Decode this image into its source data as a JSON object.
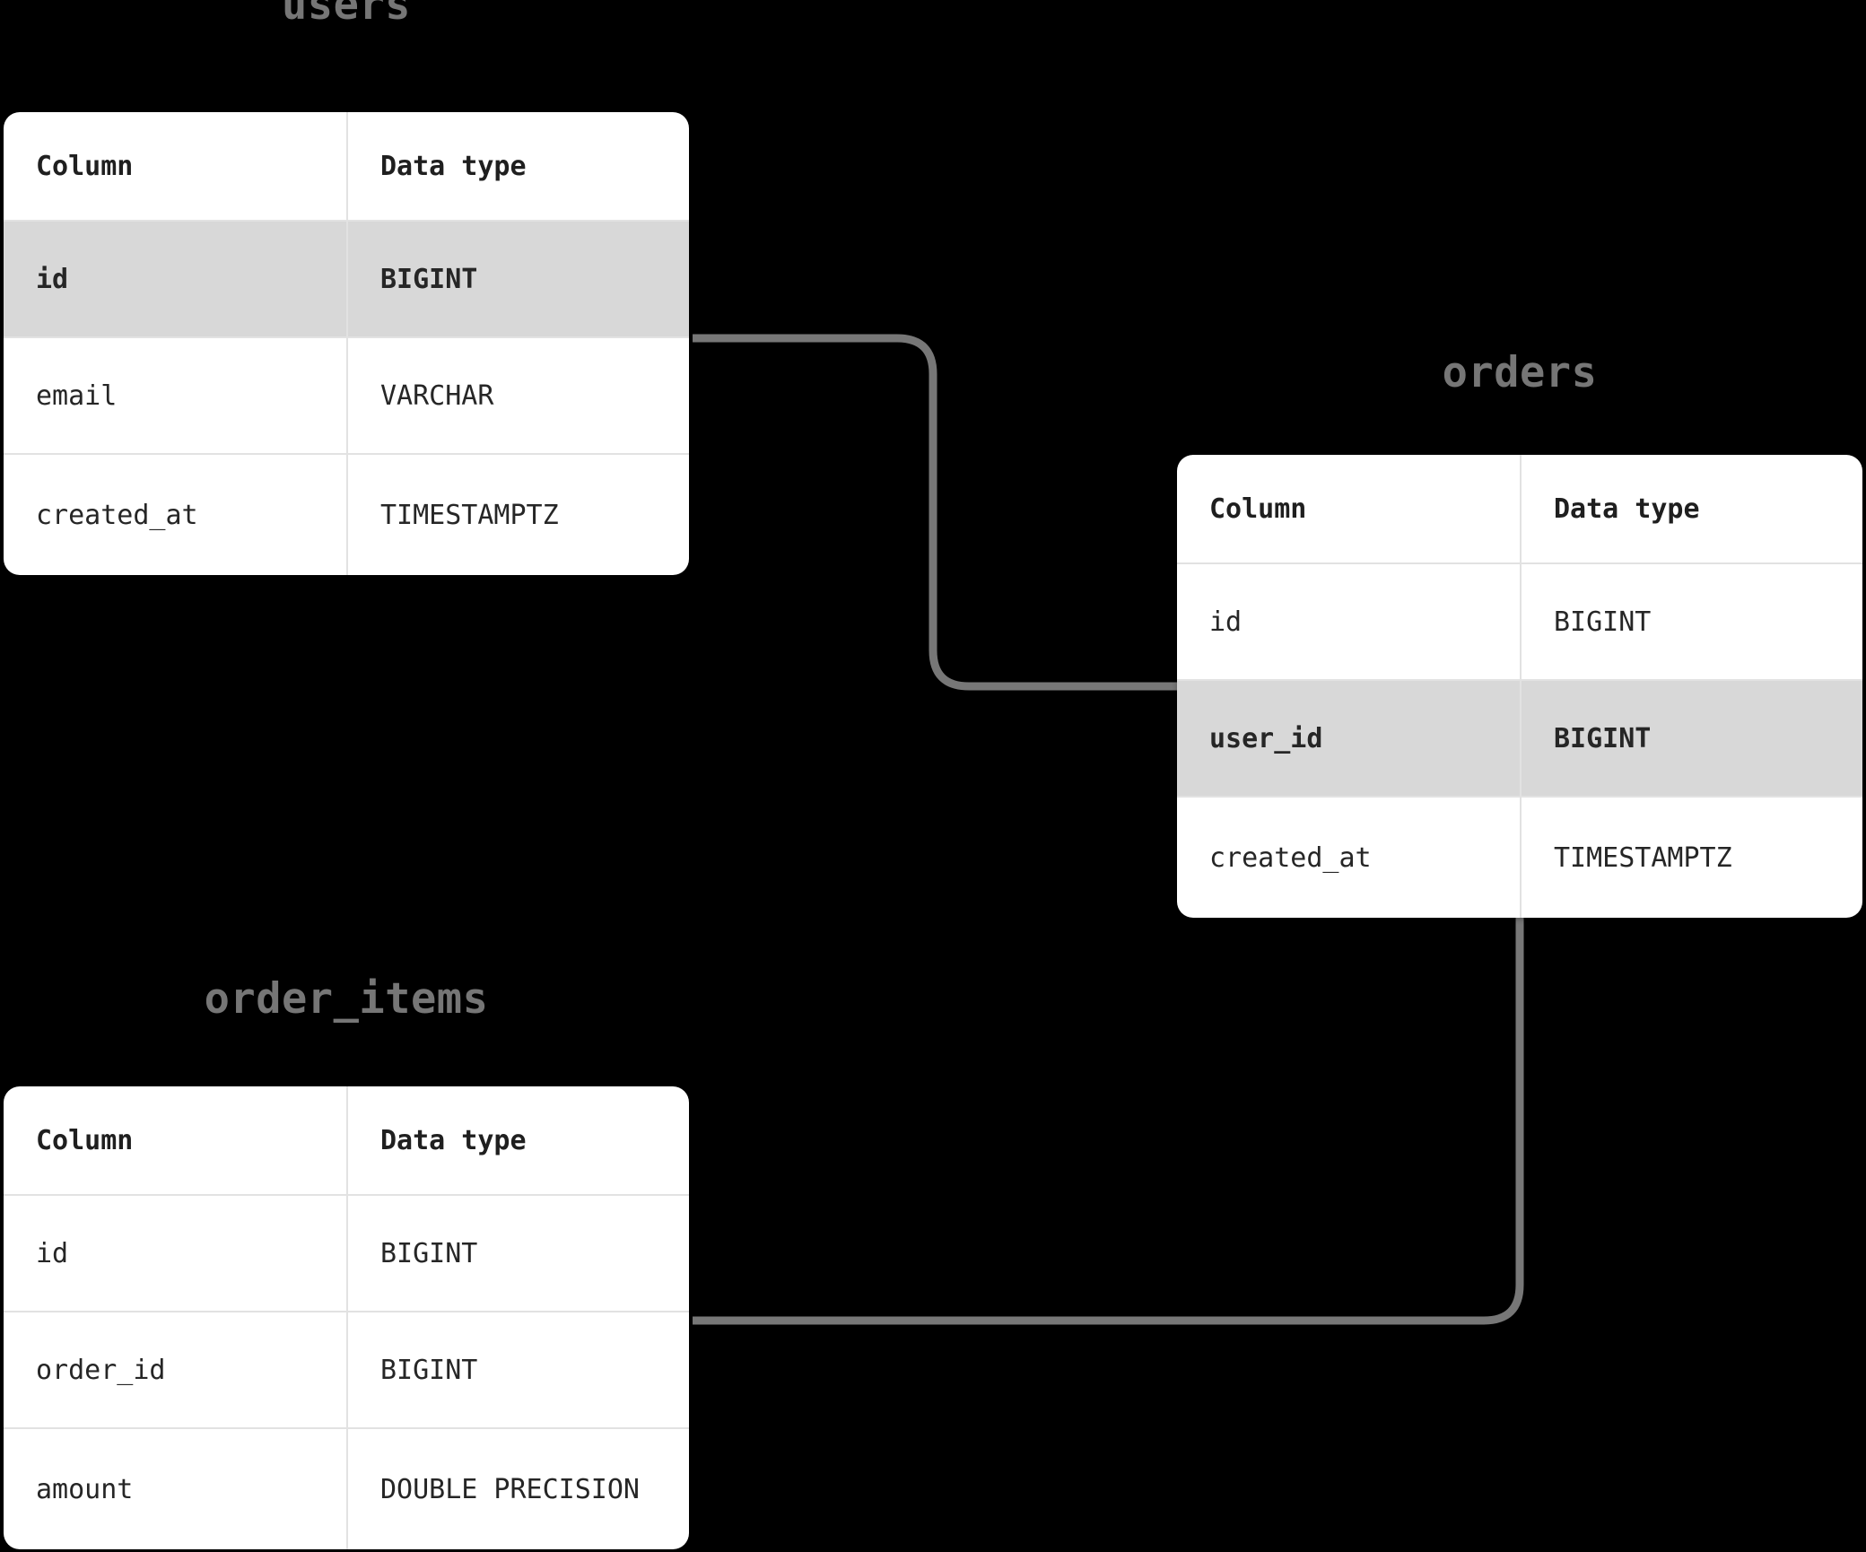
{
  "diagram": {
    "kind": "entity-relationship-diagram",
    "background_color": "#000000",
    "card_color": "#FFFFFF",
    "highlight_row_color": "#D8D8D8",
    "title_color": "#767676",
    "edge_color": "#777777",
    "column_headers": [
      "Column",
      "Data type"
    ]
  },
  "tables": [
    {
      "name": "users",
      "title": "users",
      "headers": {
        "column": "Column",
        "datatype": "Data type"
      },
      "rows": [
        {
          "column": "id",
          "datatype": "BIGINT",
          "highlighted": true
        },
        {
          "column": "email",
          "datatype": "VARCHAR",
          "highlighted": false
        },
        {
          "column": "created_at",
          "datatype": "TIMESTAMPTZ",
          "highlighted": false
        }
      ]
    },
    {
      "name": "orders",
      "title": "orders",
      "headers": {
        "column": "Column",
        "datatype": "Data type"
      },
      "rows": [
        {
          "column": "id",
          "datatype": "BIGINT",
          "highlighted": false
        },
        {
          "column": "user_id",
          "datatype": "BIGINT",
          "highlighted": true
        },
        {
          "column": "created_at",
          "datatype": "TIMESTAMPTZ",
          "highlighted": false
        }
      ]
    },
    {
      "name": "order_items",
      "title": "order_items",
      "headers": {
        "column": "Column",
        "datatype": "Data type"
      },
      "rows": [
        {
          "column": "id",
          "datatype": "BIGINT",
          "highlighted": false
        },
        {
          "column": "order_id",
          "datatype": "BIGINT",
          "highlighted": false
        },
        {
          "column": "amount",
          "datatype": "DOUBLE PRECISION",
          "highlighted": false
        }
      ]
    }
  ],
  "relationships": [
    {
      "from_table": "users",
      "from_column": "id",
      "to_table": "orders",
      "to_column": "user_id"
    },
    {
      "from_table": "orders",
      "from_column": "id",
      "to_table": "order_items",
      "to_column": "order_id"
    }
  ]
}
